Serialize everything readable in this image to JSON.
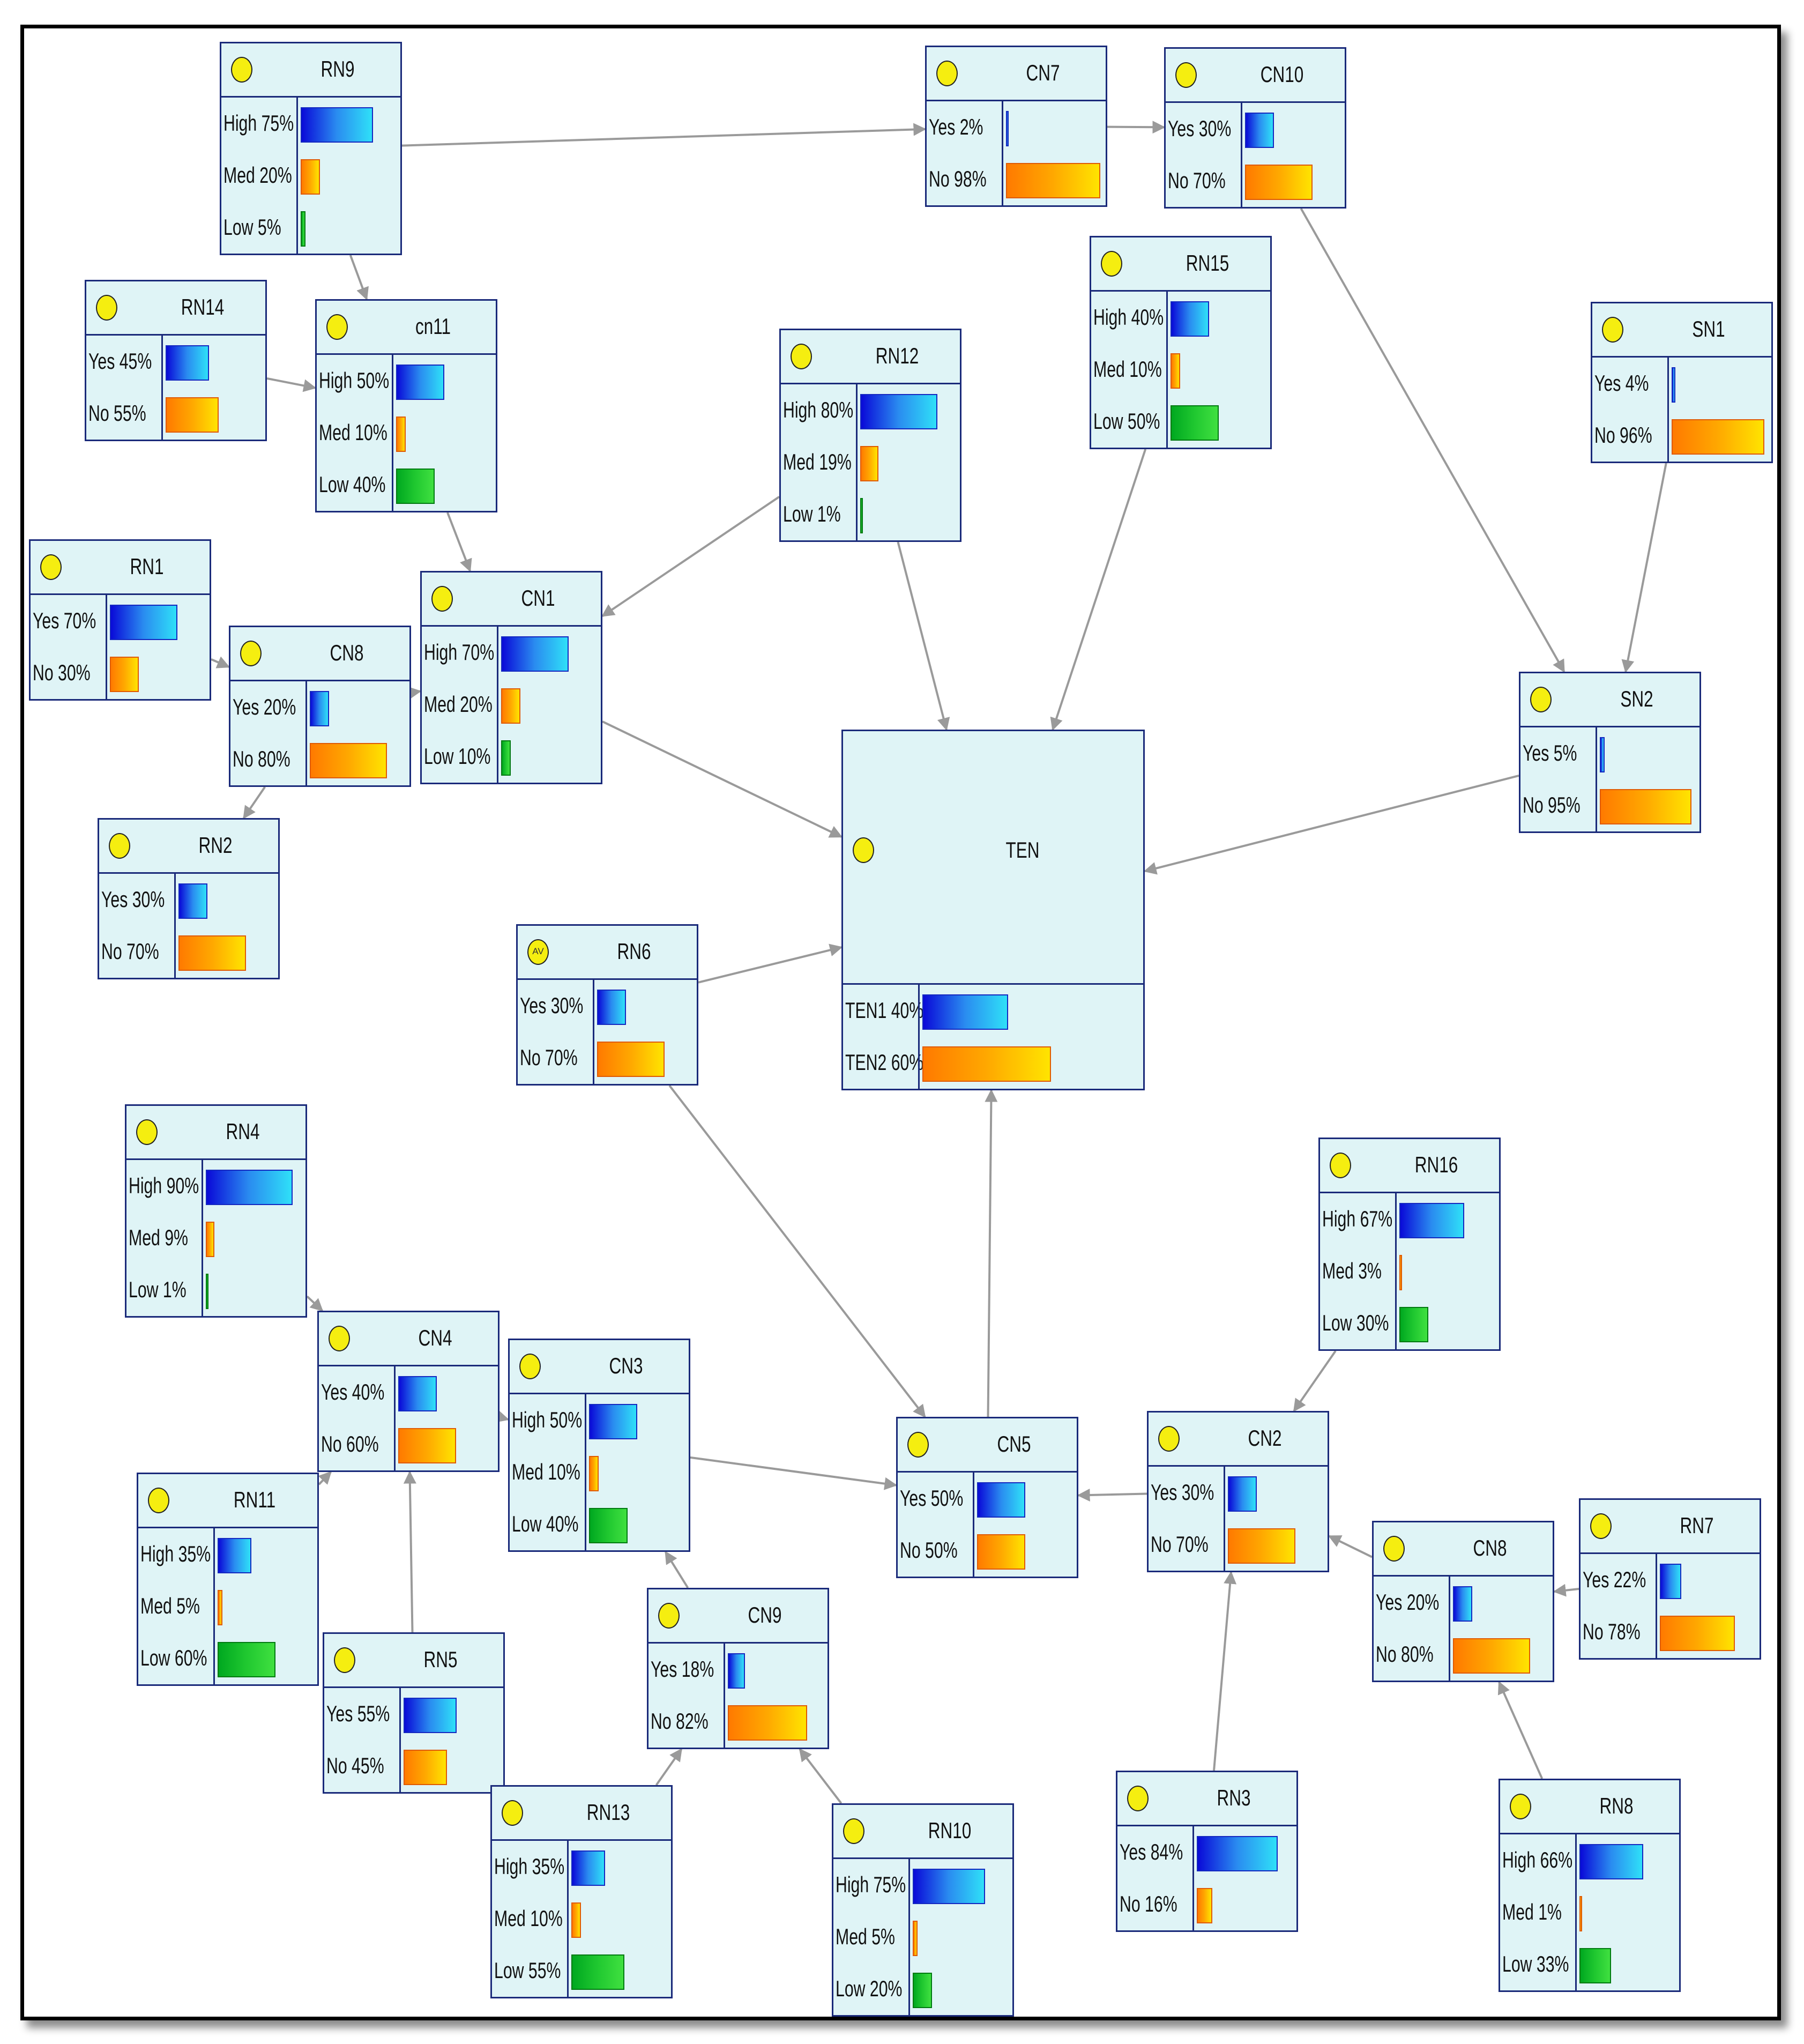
{
  "colors": {
    "blue": "#1e6cf0",
    "orange": "#ffa800",
    "green": "#20c030",
    "node_bg": "#dff4f6",
    "border": "#1a2a7a",
    "edge": "#9a9a9a"
  },
  "nodes": [
    {
      "id": "RN9",
      "name": "RN9",
      "states": [
        {
          "label": "High 75%",
          "pct": 75,
          "color": "blue"
        },
        {
          "label": "Med 20%",
          "pct": 20,
          "color": "orange"
        },
        {
          "label": "Low  5%",
          "pct": 5,
          "color": "green"
        }
      ]
    },
    {
      "id": "CN7",
      "name": "CN7",
      "states": [
        {
          "label": "Yes  2%",
          "pct": 2,
          "color": "blue"
        },
        {
          "label": "No  98%",
          "pct": 98,
          "color": "orange"
        }
      ]
    },
    {
      "id": "CN10",
      "name": "CN10",
      "states": [
        {
          "label": "Yes 30%",
          "pct": 30,
          "color": "blue"
        },
        {
          "label": "No  70%",
          "pct": 70,
          "color": "orange"
        }
      ]
    },
    {
      "id": "RN14",
      "name": "RN14",
      "states": [
        {
          "label": "Yes 45%",
          "pct": 45,
          "color": "blue"
        },
        {
          "label": "No  55%",
          "pct": 55,
          "color": "orange"
        }
      ]
    },
    {
      "id": "cn11",
      "name": "cn11",
      "states": [
        {
          "label": "High 50%",
          "pct": 50,
          "color": "blue"
        },
        {
          "label": "Med 10%",
          "pct": 10,
          "color": "orange"
        },
        {
          "label": "Low 40%",
          "pct": 40,
          "color": "green"
        }
      ]
    },
    {
      "id": "RN12",
      "name": "RN12",
      "states": [
        {
          "label": "High 80%",
          "pct": 80,
          "color": "blue"
        },
        {
          "label": "Med 19%",
          "pct": 19,
          "color": "orange"
        },
        {
          "label": "Low  1%",
          "pct": 1,
          "color": "green"
        }
      ]
    },
    {
      "id": "RN15",
      "name": "RN15",
      "states": [
        {
          "label": "High 40%",
          "pct": 40,
          "color": "blue"
        },
        {
          "label": "Med 10%",
          "pct": 10,
          "color": "orange"
        },
        {
          "label": "Low 50%",
          "pct": 50,
          "color": "green"
        }
      ]
    },
    {
      "id": "SN1",
      "name": "SN1",
      "states": [
        {
          "label": "Yes  4%",
          "pct": 4,
          "color": "blue"
        },
        {
          "label": "No  96%",
          "pct": 96,
          "color": "orange"
        }
      ]
    },
    {
      "id": "RN1",
      "name": "RN1",
      "states": [
        {
          "label": "Yes 70%",
          "pct": 70,
          "color": "blue"
        },
        {
          "label": "No  30%",
          "pct": 30,
          "color": "orange"
        }
      ]
    },
    {
      "id": "CN8a",
      "name": "CN8",
      "states": [
        {
          "label": "Yes 20%",
          "pct": 20,
          "color": "blue"
        },
        {
          "label": "No  80%",
          "pct": 80,
          "color": "orange"
        }
      ]
    },
    {
      "id": "CN1",
      "name": "CN1",
      "states": [
        {
          "label": "High 70%",
          "pct": 70,
          "color": "blue"
        },
        {
          "label": "Med 20%",
          "pct": 20,
          "color": "orange"
        },
        {
          "label": "Low 10%",
          "pct": 10,
          "color": "green"
        }
      ]
    },
    {
      "id": "SN2",
      "name": "SN2",
      "states": [
        {
          "label": "Yes  5%",
          "pct": 5,
          "color": "blue"
        },
        {
          "label": "No  95%",
          "pct": 95,
          "color": "orange"
        }
      ]
    },
    {
      "id": "TEN",
      "name": "TEN",
      "states": [
        {
          "label": "TEN1 40%",
          "pct": 40,
          "color": "blue"
        },
        {
          "label": "TEN2 60%",
          "pct": 60,
          "color": "orange"
        }
      ]
    },
    {
      "id": "RN2",
      "name": "RN2",
      "states": [
        {
          "label": "Yes 30%",
          "pct": 30,
          "color": "blue"
        },
        {
          "label": "No  70%",
          "pct": 70,
          "color": "orange"
        }
      ]
    },
    {
      "id": "RN6",
      "name": "RN6",
      "av": true,
      "states": [
        {
          "label": "Yes 30%",
          "pct": 30,
          "color": "blue"
        },
        {
          "label": "No  70%",
          "pct": 70,
          "color": "orange"
        }
      ]
    },
    {
      "id": "RN4",
      "name": "RN4",
      "states": [
        {
          "label": "High 90%",
          "pct": 90,
          "color": "blue"
        },
        {
          "label": "Med  9%",
          "pct": 9,
          "color": "orange"
        },
        {
          "label": "Low  1%",
          "pct": 1,
          "color": "green"
        }
      ]
    },
    {
      "id": "RN16",
      "name": "RN16",
      "states": [
        {
          "label": "High 67%",
          "pct": 67,
          "color": "blue"
        },
        {
          "label": "Med  3%",
          "pct": 3,
          "color": "orange"
        },
        {
          "label": "Low 30%",
          "pct": 30,
          "color": "green"
        }
      ]
    },
    {
      "id": "CN4",
      "name": "CN4",
      "states": [
        {
          "label": "Yes 40%",
          "pct": 40,
          "color": "blue"
        },
        {
          "label": "No  60%",
          "pct": 60,
          "color": "orange"
        }
      ]
    },
    {
      "id": "CN3",
      "name": "CN3",
      "states": [
        {
          "label": "High 50%",
          "pct": 50,
          "color": "blue"
        },
        {
          "label": "Med 10%",
          "pct": 10,
          "color": "orange"
        },
        {
          "label": "Low 40%",
          "pct": 40,
          "color": "green"
        }
      ]
    },
    {
      "id": "CN5",
      "name": "CN5",
      "states": [
        {
          "label": "Yes 50%",
          "pct": 50,
          "color": "blue"
        },
        {
          "label": "No  50%",
          "pct": 50,
          "color": "orange"
        }
      ]
    },
    {
      "id": "CN2",
      "name": "CN2",
      "states": [
        {
          "label": "Yes 30%",
          "pct": 30,
          "color": "blue"
        },
        {
          "label": "No  70%",
          "pct": 70,
          "color": "orange"
        }
      ]
    },
    {
      "id": "RN11",
      "name": "RN11",
      "states": [
        {
          "label": "High 35%",
          "pct": 35,
          "color": "blue"
        },
        {
          "label": "Med  5%",
          "pct": 5,
          "color": "orange"
        },
        {
          "label": "Low 60%",
          "pct": 60,
          "color": "green"
        }
      ]
    },
    {
      "id": "CN8b",
      "name": "CN8",
      "states": [
        {
          "label": "Yes 20%",
          "pct": 20,
          "color": "blue"
        },
        {
          "label": "No  80%",
          "pct": 80,
          "color": "orange"
        }
      ]
    },
    {
      "id": "RN7",
      "name": "RN7",
      "states": [
        {
          "label": "Yes 22%",
          "pct": 22,
          "color": "blue"
        },
        {
          "label": "No  78%",
          "pct": 78,
          "color": "orange"
        }
      ]
    },
    {
      "id": "CN9",
      "name": "CN9",
      "states": [
        {
          "label": "Yes 18%",
          "pct": 18,
          "color": "blue"
        },
        {
          "label": "No  82%",
          "pct": 82,
          "color": "orange"
        }
      ]
    },
    {
      "id": "RN5",
      "name": "RN5",
      "states": [
        {
          "label": "Yes 55%",
          "pct": 55,
          "color": "blue"
        },
        {
          "label": "No  45%",
          "pct": 45,
          "color": "orange"
        }
      ]
    },
    {
      "id": "RN13",
      "name": "RN13",
      "states": [
        {
          "label": "High 35%",
          "pct": 35,
          "color": "blue"
        },
        {
          "label": "Med 10%",
          "pct": 10,
          "color": "orange"
        },
        {
          "label": "Low 55%",
          "pct": 55,
          "color": "green"
        }
      ]
    },
    {
      "id": "RN10",
      "name": "RN10",
      "states": [
        {
          "label": "High 75%",
          "pct": 75,
          "color": "blue"
        },
        {
          "label": "Med  5%",
          "pct": 5,
          "color": "orange"
        },
        {
          "label": "Low 20%",
          "pct": 20,
          "color": "green"
        }
      ]
    },
    {
      "id": "RN3",
      "name": "RN3",
      "states": [
        {
          "label": "Yes 84%",
          "pct": 84,
          "color": "blue"
        },
        {
          "label": "No  16%",
          "pct": 16,
          "color": "orange"
        }
      ]
    },
    {
      "id": "RN8",
      "name": "RN8",
      "states": [
        {
          "label": "High 66%",
          "pct": 66,
          "color": "blue"
        },
        {
          "label": "Med  1%",
          "pct": 1,
          "color": "orange"
        },
        {
          "label": "Low 33%",
          "pct": 33,
          "color": "green"
        }
      ]
    }
  ],
  "edges": [
    [
      "RN9",
      "CN7"
    ],
    [
      "CN7",
      "CN10"
    ],
    [
      "RN9",
      "cn11"
    ],
    [
      "RN14",
      "cn11"
    ],
    [
      "cn11",
      "CN1"
    ],
    [
      "RN12",
      "CN1"
    ],
    [
      "RN1",
      "CN8a"
    ],
    [
      "CN8a",
      "CN1"
    ],
    [
      "CN8a",
      "RN2"
    ],
    [
      "CN1",
      "TEN"
    ],
    [
      "RN12",
      "TEN"
    ],
    [
      "RN15",
      "TEN"
    ],
    [
      "CN10",
      "SN2"
    ],
    [
      "SN1",
      "SN2"
    ],
    [
      "SN2",
      "TEN"
    ],
    [
      "RN6",
      "TEN"
    ],
    [
      "RN6",
      "CN5"
    ],
    [
      "CN5",
      "TEN"
    ],
    [
      "RN16",
      "CN2"
    ],
    [
      "CN2",
      "CN5"
    ],
    [
      "CN3",
      "CN5"
    ],
    [
      "CN4",
      "CN3"
    ],
    [
      "RN4",
      "CN4"
    ],
    [
      "RN5",
      "CN4"
    ],
    [
      "RN11",
      "CN4"
    ],
    [
      "CN9",
      "CN3"
    ],
    [
      "RN13",
      "CN9"
    ],
    [
      "RN10",
      "CN9"
    ],
    [
      "CN8b",
      "CN2"
    ],
    [
      "RN7",
      "CN8b"
    ],
    [
      "RN8",
      "CN8b"
    ],
    [
      "RN3",
      "CN2"
    ]
  ]
}
